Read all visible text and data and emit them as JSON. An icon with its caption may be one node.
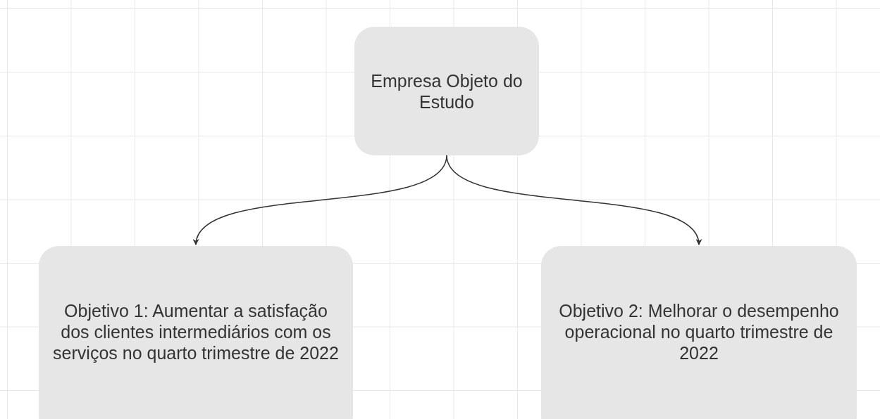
{
  "diagram": {
    "nodes": [
      {
        "text": [
          "Empresa Objeto do Estudo"
        ]
      },
      {
        "text": [
          "Objetivo 1: Aumentar a satisfação dos clientes intermediários com os serviços no quarto trimestre de 2022"
        ]
      },
      {
        "text": [
          "Objetivo 2: Melhorar o desempenho operacional no quarto trimestre de 2022"
        ]
      }
    ],
    "edges": [
      {
        "from": 0,
        "to": 1,
        "arrow": "to"
      },
      {
        "from": 0,
        "to": 2,
        "arrow": "to"
      }
    ]
  }
}
